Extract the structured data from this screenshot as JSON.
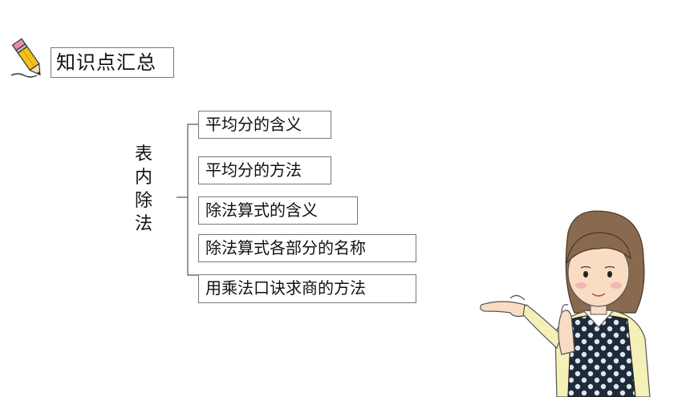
{
  "header": {
    "title": "知识点汇总"
  },
  "topic": {
    "chars": [
      "表",
      "内",
      "除",
      "法"
    ]
  },
  "items": [
    {
      "label": "平均分的含义"
    },
    {
      "label": "平均分的方法"
    },
    {
      "label": "除法算式的含义"
    },
    {
      "label": "除法算式各部分的名称"
    },
    {
      "label": "用乘法口诀求商的方法"
    }
  ],
  "colors": {
    "border": "#777777",
    "skin": "#f8dcc4",
    "hair": "#8a6a4e",
    "vest": "#1f2a3a",
    "shirt": "#f4f0b8"
  },
  "icons": {
    "header_icon": "pencil-icon",
    "illustration": "girl-pointing-illustration"
  }
}
